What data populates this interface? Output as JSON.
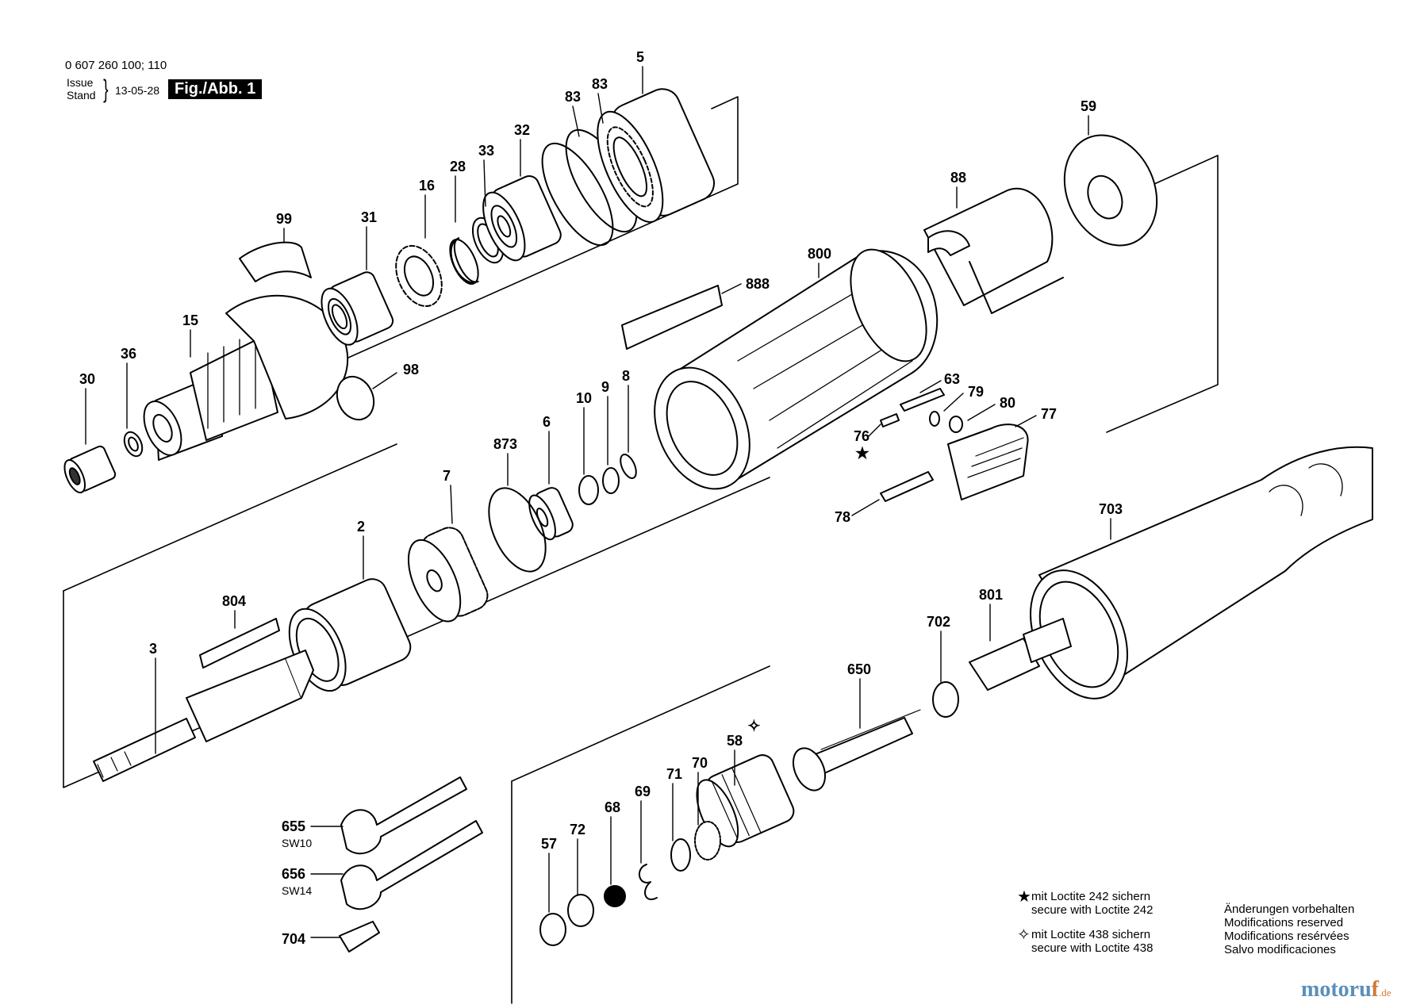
{
  "header": {
    "doc_number": "0 607 260 100; 110",
    "issue_label": "Issue",
    "stand_label": "Stand",
    "date": "13-05-28",
    "figure_label": "Fig./Abb. 1"
  },
  "notes": {
    "star_symbol": "★",
    "star_de": "mit Loctite 242 sichern",
    "star_en": "secure with Loctite 242",
    "cross_symbol": "✧",
    "cross_de": "mit Loctite 438 sichern",
    "cross_en": "secure with Loctite 438",
    "mod_de": "Änderungen vorbehalten",
    "mod_en": "Modifications reserved",
    "mod_fr": "Modifications resérvées",
    "mod_es": "Salvo modificaciones"
  },
  "watermark": {
    "brand_a": "motoru",
    "brand_b": "f",
    "domain": ".de"
  },
  "parts": [
    {
      "id": "p5",
      "label": "5"
    },
    {
      "id": "p83a",
      "label": "83"
    },
    {
      "id": "p83b",
      "label": "83"
    },
    {
      "id": "p32",
      "label": "32"
    },
    {
      "id": "p33",
      "label": "33"
    },
    {
      "id": "p28",
      "label": "28"
    },
    {
      "id": "p16",
      "label": "16"
    },
    {
      "id": "p31",
      "label": "31"
    },
    {
      "id": "p99",
      "label": "99"
    },
    {
      "id": "p15",
      "label": "15"
    },
    {
      "id": "p36",
      "label": "36"
    },
    {
      "id": "p30",
      "label": "30"
    },
    {
      "id": "p98",
      "label": "98"
    },
    {
      "id": "p59",
      "label": "59"
    },
    {
      "id": "p88",
      "label": "88"
    },
    {
      "id": "p800",
      "label": "800"
    },
    {
      "id": "p888",
      "label": "888"
    },
    {
      "id": "p63",
      "label": "63"
    },
    {
      "id": "p79",
      "label": "79"
    },
    {
      "id": "p80",
      "label": "80"
    },
    {
      "id": "p77",
      "label": "77"
    },
    {
      "id": "p76",
      "label": "76"
    },
    {
      "id": "p78",
      "label": "78"
    },
    {
      "id": "p8",
      "label": "8"
    },
    {
      "id": "p9",
      "label": "9"
    },
    {
      "id": "p10",
      "label": "10"
    },
    {
      "id": "p6",
      "label": "6"
    },
    {
      "id": "p873",
      "label": "873"
    },
    {
      "id": "p7",
      "label": "7"
    },
    {
      "id": "p2",
      "label": "2"
    },
    {
      "id": "p804",
      "label": "804"
    },
    {
      "id": "p3",
      "label": "3"
    },
    {
      "id": "p703",
      "label": "703"
    },
    {
      "id": "p801",
      "label": "801"
    },
    {
      "id": "p702",
      "label": "702"
    },
    {
      "id": "p650",
      "label": "650"
    },
    {
      "id": "p58",
      "label": "58"
    },
    {
      "id": "p70",
      "label": "70"
    },
    {
      "id": "p71",
      "label": "71"
    },
    {
      "id": "p69",
      "label": "69"
    },
    {
      "id": "p68",
      "label": "68"
    },
    {
      "id": "p72",
      "label": "72"
    },
    {
      "id": "p57",
      "label": "57"
    },
    {
      "id": "p655",
      "label": "655"
    },
    {
      "id": "p656",
      "label": "656"
    },
    {
      "id": "p704",
      "label": "704"
    }
  ],
  "sub_labels": {
    "sw10": "SW10",
    "sw14": "SW14"
  }
}
